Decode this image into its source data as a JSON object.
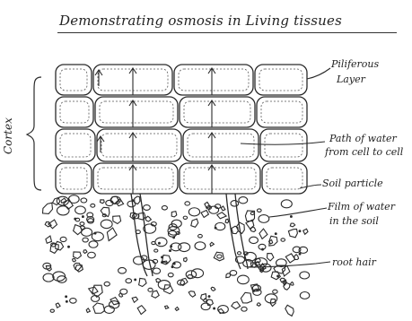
{
  "title": "Demonstrating osmosis in Living tissues",
  "labels": {
    "cortex": "Cortex",
    "piliferous_1": "Piliferous",
    "piliferous_2": "Layer",
    "path_1": "Path of water",
    "path_2": "from cell to cell",
    "soil": "Soil particle",
    "film_1": "Film of water",
    "film_2": "in the soil",
    "root_hair": "root hair"
  },
  "colors": {
    "ink": "#2a2a2a",
    "paper": "#ffffff"
  }
}
